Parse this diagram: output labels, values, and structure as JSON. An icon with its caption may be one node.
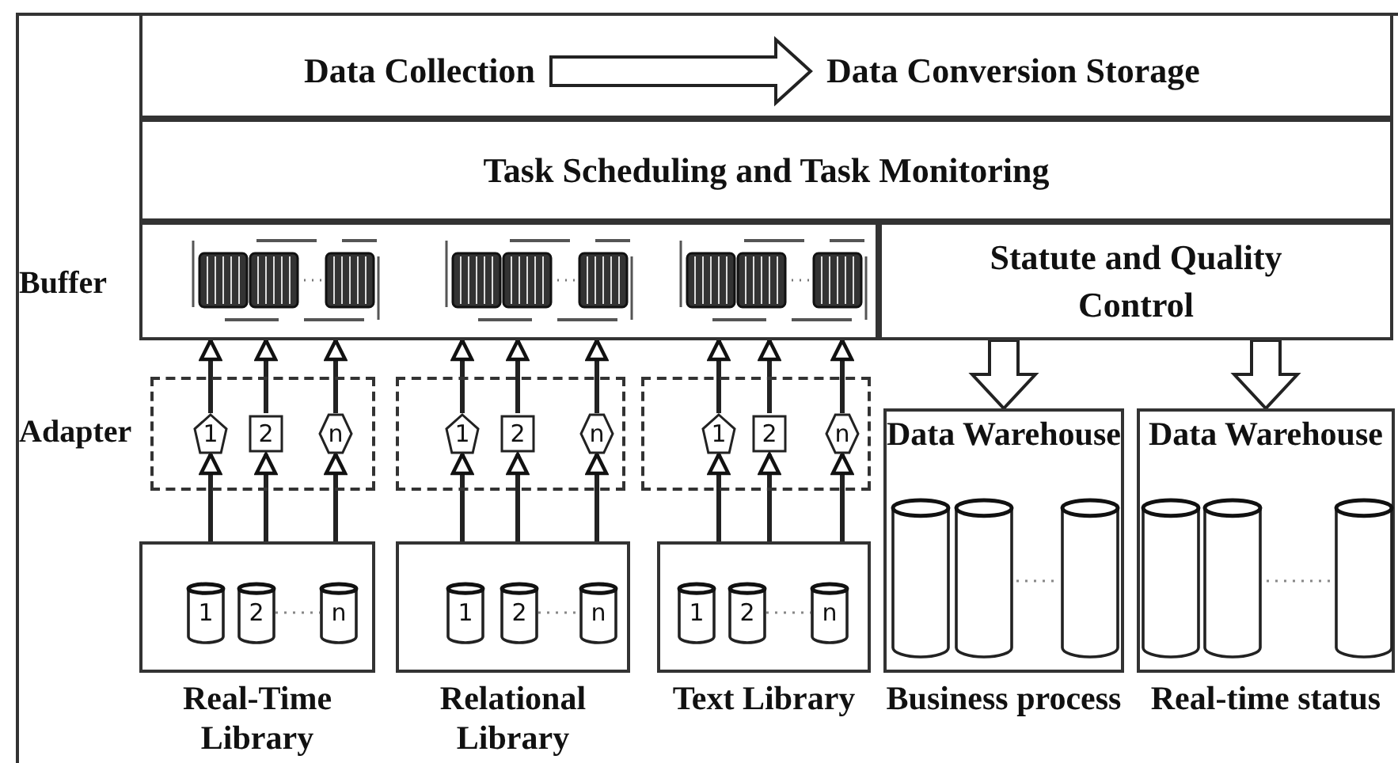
{
  "diagram": {
    "nodes": [
      {
        "text": [],
        "shape": "box"
      },
      {
        "text": [
          "Data Collection"
        ],
        "in": 0
      },
      {
        "text": [
          "Data Conversion Storage"
        ],
        "in": 0
      },
      {
        "text": [
          "Task Scheduling and Task Monitoring"
        ]
      },
      {
        "text": [],
        "shape": "box"
      },
      {
        "text": [
          "Statute and Quality Control"
        ]
      },
      {
        "text": [],
        "shape": "box"
      },
      {
        "text": [],
        "shape": "box"
      },
      {
        "text": [],
        "shape": "box"
      },
      {
        "text": [
          "1"
        ],
        "in": 6
      },
      {
        "text": [
          "2"
        ],
        "in": 6
      },
      {
        "text": [
          "n"
        ],
        "in": 6
      },
      {
        "text": [
          "1"
        ],
        "in": 7
      },
      {
        "text": [
          "2"
        ],
        "in": 7
      },
      {
        "text": [
          "n"
        ],
        "in": 7
      },
      {
        "text": [
          "1"
        ],
        "in": 8
      },
      {
        "text": [
          "2"
        ],
        "in": 8
      },
      {
        "text": [
          "n"
        ],
        "in": 8
      },
      {
        "text": [
          "Real-Time Library"
        ]
      },
      {
        "text": [
          "1"
        ],
        "in": 18
      },
      {
        "text": [
          "2"
        ],
        "in": 18
      },
      {
        "text": [
          "n"
        ],
        "in": 18
      },
      {
        "text": [
          "Relational Library"
        ]
      },
      {
        "text": [
          "1"
        ],
        "in": 22
      },
      {
        "text": [
          "2"
        ],
        "in": 22
      },
      {
        "text": [
          "n"
        ],
        "in": 22
      },
      {
        "text": [
          "Text Library"
        ]
      },
      {
        "text": [
          "1"
        ],
        "in": 26
      },
      {
        "text": [
          "2"
        ],
        "in": 26
      },
      {
        "text": [
          "n"
        ],
        "in": 26
      },
      {
        "text": [
          "Data Warehouse",
          "Business process"
        ]
      },
      {
        "text": [],
        "shape": "cylinder",
        "in": 30
      },
      {
        "text": [],
        "shape": "cylinder",
        "in": 30
      },
      {
        "text": [],
        "shape": "cylinder",
        "in": 30
      },
      {
        "text": [
          "Data Warehouse",
          "Real-time status"
        ]
      },
      {
        "text": [],
        "shape": "cylinder",
        "in": 34
      },
      {
        "text": [],
        "shape": "cylinder",
        "in": 34
      },
      {
        "text": [],
        "shape": "cylinder",
        "in": 34
      }
    ],
    "edges": [
      {
        "from": 1,
        "to": 2,
        "arrow": "to",
        "style": "thick"
      },
      {
        "from": 5,
        "to": 30,
        "arrow": "to",
        "style": "thick"
      },
      {
        "from": 5,
        "to": 34,
        "arrow": "to",
        "style": "thick"
      },
      {
        "from": 18,
        "to": 9,
        "arrow": "to"
      },
      {
        "from": 18,
        "to": 10,
        "arrow": "to"
      },
      {
        "from": 18,
        "to": 11,
        "arrow": "to"
      },
      {
        "from": 22,
        "to": 12,
        "arrow": "to"
      },
      {
        "from": 22,
        "to": 13,
        "arrow": "to"
      },
      {
        "from": 22,
        "to": 14,
        "arrow": "to"
      },
      {
        "from": 26,
        "to": 15,
        "arrow": "to"
      },
      {
        "from": 26,
        "to": 16,
        "arrow": "to"
      },
      {
        "from": 26,
        "to": 17,
        "arrow": "to"
      },
      {
        "from": 9,
        "to": 4,
        "arrow": "to"
      },
      {
        "from": 10,
        "to": 4,
        "arrow": "to"
      },
      {
        "from": 11,
        "to": 4,
        "arrow": "to"
      },
      {
        "from": 12,
        "to": 4,
        "arrow": "to"
      },
      {
        "from": 13,
        "to": 4,
        "arrow": "to"
      },
      {
        "from": 14,
        "to": 4,
        "arrow": "to"
      },
      {
        "from": 15,
        "to": 4,
        "arrow": "to"
      },
      {
        "from": 16,
        "to": 4,
        "arrow": "to"
      },
      {
        "from": 17,
        "to": 4,
        "arrow": "to"
      },
      {
        "from": 20,
        "to": 21,
        "arrow": "none",
        "style": "dashed",
        "color": "#888888"
      },
      {
        "from": 24,
        "to": 25,
        "arrow": "none",
        "style": "dashed",
        "color": "#888888"
      },
      {
        "from": 28,
        "to": 29,
        "arrow": "none",
        "style": "dashed",
        "color": "#888888"
      }
    ],
    "labels": [
      "Buffer",
      "Adapter"
    ]
  }
}
